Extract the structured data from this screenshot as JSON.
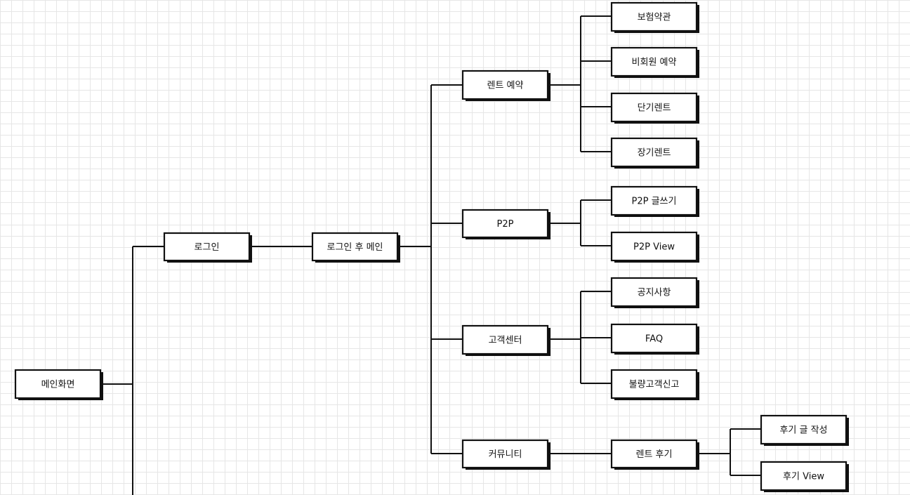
{
  "nodes": {
    "main": "메인화면",
    "login": "로그인",
    "after_login_main": "로그인 후 메인",
    "rent_reservation": "렌트 예약",
    "insurance_terms": "보험약관",
    "nonmember_reservation": "비회원 예약",
    "short_term_rent": "단기렌트",
    "long_term_rent": "장기렌트",
    "p2p": "P2P",
    "p2p_write": "P2P 글쓰기",
    "p2p_view": "P2P View",
    "customer_center": "고객센터",
    "notice": "공지사항",
    "faq": "FAQ",
    "bad_customer_report": "불량고객신고",
    "community": "커뮤니티",
    "rent_review": "렌트 후기",
    "review_write": "후기 글 작성",
    "review_view": "후기 View"
  }
}
